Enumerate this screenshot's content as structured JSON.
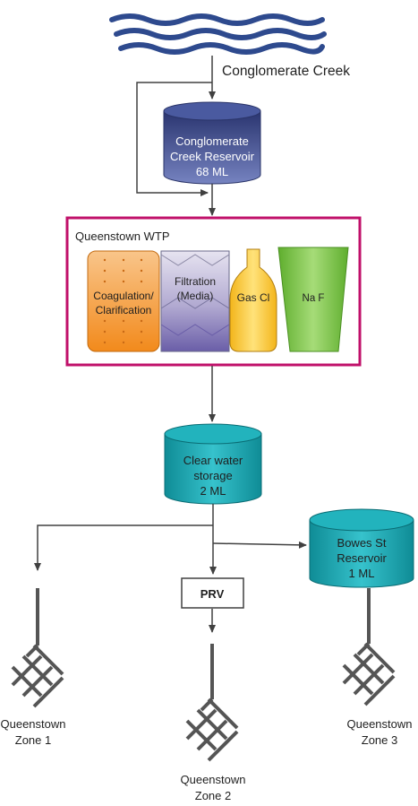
{
  "source": {
    "label": "Conglomerate Creek"
  },
  "reservoir": {
    "line1": "Conglomerate",
    "line2": "Creek Reservoir",
    "line3": "68 ML"
  },
  "wtp": {
    "title": "Queenstown WTP",
    "coag_line1": "Coagulation/",
    "coag_line2": "Clarification",
    "filt_line1": "Filtration",
    "filt_line2": "(Media)",
    "gascl": "Gas Cl",
    "naf": "Na F"
  },
  "clearwater": {
    "line1": "Clear water",
    "line2": "storage",
    "line3": "2 ML"
  },
  "bowes": {
    "line1": "Bowes St",
    "line2": "Reservoir",
    "line3": "1 ML"
  },
  "prv": {
    "label": "PRV"
  },
  "zones": [
    {
      "line1": "Queenstown",
      "line2": "Zone 1"
    },
    {
      "line1": "Queenstown",
      "line2": "Zone 2"
    },
    {
      "line1": "Queenstown",
      "line2": "Zone 3"
    }
  ],
  "colors": {
    "water": "#2e4a8e",
    "reservoir": "#3d4f8f",
    "clearwater": "#1aa5b0",
    "wtp_border": "#c0106a",
    "coag": "#f7a23c",
    "filtration": "#8a7fb8",
    "gascl": "#f7c832",
    "naf": "#7cc243",
    "network": "#555555"
  }
}
